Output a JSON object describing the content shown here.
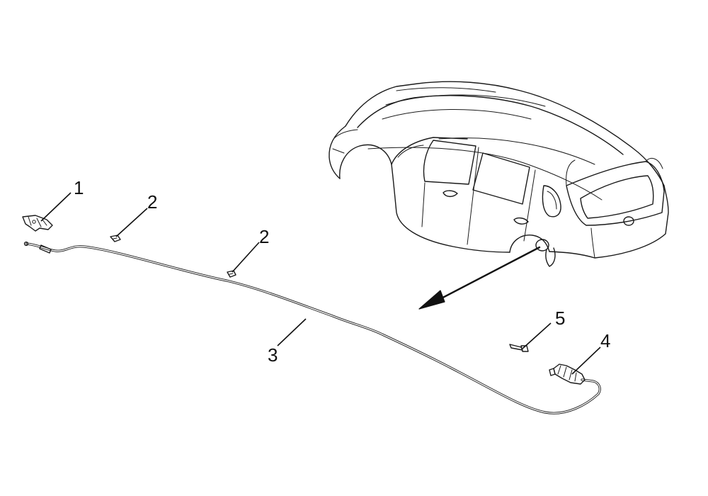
{
  "callouts": [
    {
      "id": "1",
      "label": "1"
    },
    {
      "id": "2a",
      "label": "2"
    },
    {
      "id": "2b",
      "label": "2"
    },
    {
      "id": "3",
      "label": "3"
    },
    {
      "id": "4",
      "label": "4"
    },
    {
      "id": "5",
      "label": "5"
    }
  ],
  "colors": {
    "line": "#1a1a1a",
    "background": "#ffffff"
  }
}
